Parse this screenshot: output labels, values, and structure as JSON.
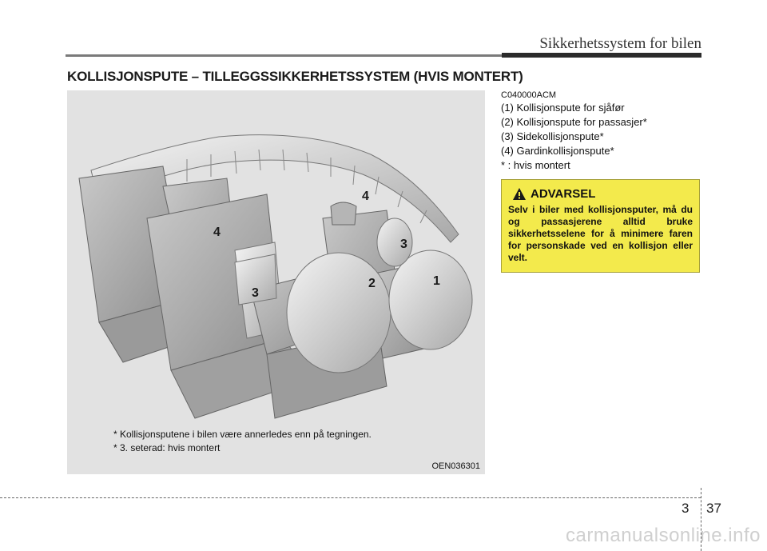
{
  "header": {
    "title": "Sikkerhetssystem for bilen"
  },
  "section": {
    "title": "KOLLISJONSPUTE – TILLEGGSSIKKERHETSSYSTEM (HVIS MONTERT)"
  },
  "figure": {
    "callouts": [
      "4",
      "4",
      "3",
      "3",
      "2",
      "1"
    ],
    "notes": [
      "* Kollisjonsputene i bilen være annerledes enn på tegningen.",
      "* 3. seterad: hvis montert"
    ],
    "code": "OEN036301"
  },
  "text": {
    "code": "C040000ACM",
    "items": [
      "(1) Kollisjonspute for sjåfør",
      "(2) Kollisjonspute for passasjer*",
      "(3) Sidekollisjonspute*",
      "(4) Gardinkollisjonspute*",
      "* : hvis montert"
    ]
  },
  "warning": {
    "title": "ADVARSEL",
    "body": "Selv i biler med kollisjonsputer, må du og passasjerene alltid bruke sikkerhetsselene for å minimere faren for personskade ved en kollisjon eller velt.",
    "icon": "warning-triangle-icon"
  },
  "footer": {
    "chapter": "3",
    "page": "37"
  },
  "watermark": "carmanualsonline.info",
  "colors": {
    "warning_bg": "#f3ea4c",
    "figure_bg": "#e2e2e2",
    "rule": "#2b2b2b"
  }
}
